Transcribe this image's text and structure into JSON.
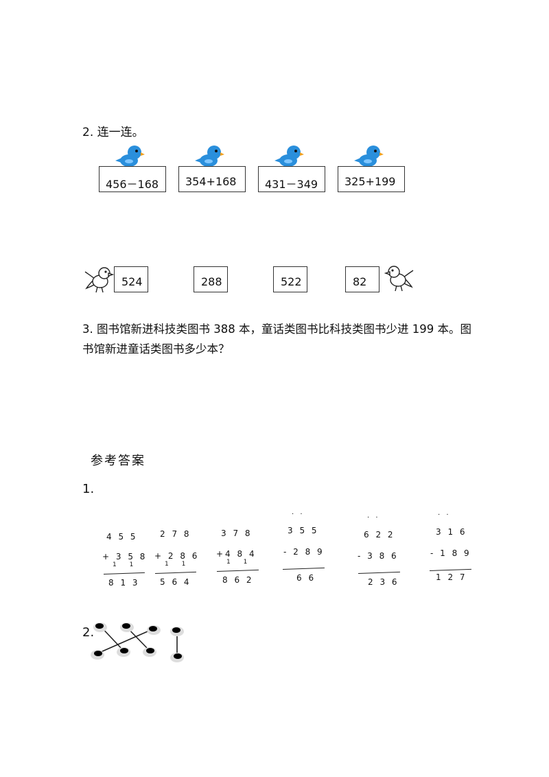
{
  "q2": {
    "title": "2. 连一连。",
    "expressions": [
      "456－168",
      "354+168",
      "431－349",
      "325+199"
    ],
    "answers": [
      "524",
      "288",
      "522",
      "82"
    ]
  },
  "q3": {
    "text": "3.  图书馆新进科技类图书 388 本，童话类图书比科技类图书少进 199 本。图书馆新进童话类图书多少本？"
  },
  "answer_key": {
    "title": "参考答案",
    "part1_label": "1.",
    "part2_label": "2.",
    "calculations": [
      {
        "top": "4 5 5",
        "second": "+ 3 5 8",
        "carry": "1 1",
        "dots": "",
        "result": "8 1 3"
      },
      {
        "top": "2 7 8",
        "second": "+ 2 8 6",
        "carry": "1 1",
        "dots": "",
        "result": "5 6 4"
      },
      {
        "top": "3 7 8",
        "second": "+4 8 4",
        "carry": "1 1",
        "dots": "",
        "result": "8 6 2"
      },
      {
        "top": "3 5 5",
        "second": "- 2 8 9",
        "carry": "",
        "dots": "· ·",
        "result": "6 6"
      },
      {
        "top": "6 2 2",
        "second": "- 3 8 6",
        "carry": "",
        "dots": "· ·",
        "result": "2 3 6"
      },
      {
        "top": "3 1 6",
        "second": "- 1 8 9",
        "carry": "",
        "dots": "· ·",
        "result": "1 2 7"
      }
    ]
  },
  "colors": {
    "bird_blue": "#2a8fdc",
    "bird_beak": "#f0a020",
    "line": "#222222"
  }
}
